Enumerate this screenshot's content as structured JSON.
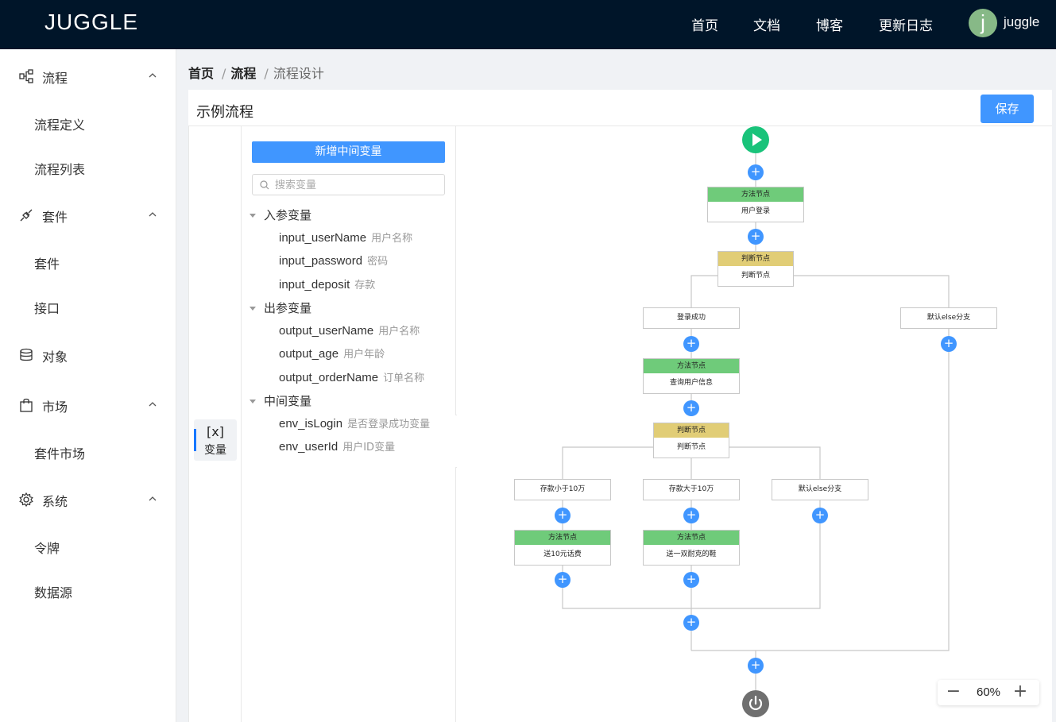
{
  "header": {
    "logo": "JUGGLE",
    "nav": [
      "首页",
      "文档",
      "博客",
      "更新日志"
    ],
    "avatar_letter": "j",
    "username": "juggle",
    "bg_color": "#001529"
  },
  "sidebar": {
    "groups": [
      {
        "label": "流程",
        "icon": "flow-icon",
        "items": [
          "流程定义",
          "流程列表"
        ]
      },
      {
        "label": "套件",
        "icon": "plug-icon",
        "items": [
          "套件",
          "接口"
        ]
      },
      {
        "label": "对象",
        "icon": "database-icon",
        "items": []
      },
      {
        "label": "市场",
        "icon": "shopping-bag-icon",
        "items": [
          "套件市场"
        ]
      },
      {
        "label": "系统",
        "icon": "gear-icon",
        "items": [
          "令牌",
          "数据源"
        ]
      }
    ]
  },
  "breadcrumb": [
    "首页",
    "流程",
    "流程设计"
  ],
  "page": {
    "title": "示例流程",
    "save_label": "保存"
  },
  "var_tab": {
    "code": "[x]",
    "label": "变量"
  },
  "var_panel": {
    "add_label": "新增中间变量",
    "search_placeholder": "搜索变量",
    "groups": [
      {
        "label": "入参变量",
        "items": [
          {
            "name": "input_userName",
            "desc": "用户名称"
          },
          {
            "name": "input_password",
            "desc": "密码"
          },
          {
            "name": "input_deposit",
            "desc": "存款"
          }
        ]
      },
      {
        "label": "出参变量",
        "items": [
          {
            "name": "output_userName",
            "desc": "用户名称"
          },
          {
            "name": "output_age",
            "desc": "用户年龄"
          },
          {
            "name": "output_orderName",
            "desc": "订单名称"
          }
        ]
      },
      {
        "label": "中间变量",
        "items": [
          {
            "name": "env_isLogin",
            "desc": "是否登录成功变量"
          },
          {
            "name": "env_userId",
            "desc": "用户ID变量"
          }
        ]
      }
    ]
  },
  "flow": {
    "method_label": "方法节点",
    "judge_label": "判断节点",
    "nodes": {
      "login": "用户登录",
      "judge1": "判断节点",
      "query_user": "查询用户信息",
      "judge2": "判断节点",
      "send_fee": "送10元话费",
      "send_shoes": "送一双耐克的鞋"
    },
    "branches": {
      "login_success": "登录成功",
      "default1": "默认else分支",
      "deposit_lt": "存款小于10万",
      "deposit_gt": "存款大于10万",
      "default2": "默认else分支"
    },
    "method_color": "#6fcb7a",
    "judge_color": "#e1cd76",
    "plus_color": "#4096ff"
  },
  "zoom": {
    "value": "60%",
    "minus": "−",
    "plus": "+"
  }
}
